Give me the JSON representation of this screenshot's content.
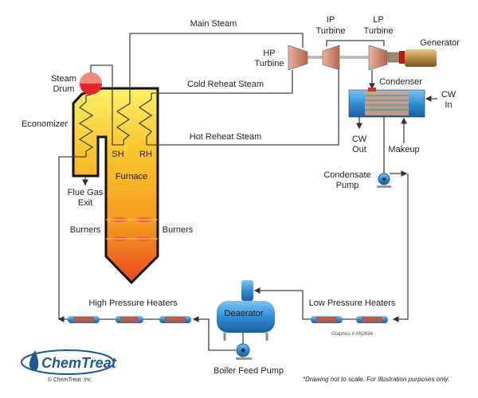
{
  "labels": {
    "main_steam": "Main Steam",
    "cold_reheat": "Cold Reheat Steam",
    "hot_reheat": "Hot Reheat Steam",
    "steam_drum": [
      "Steam",
      "Drum"
    ],
    "economizer": "Economizer",
    "sh": "SH",
    "rh": "RH",
    "furnace": "Furnace",
    "flue_gas_exit": [
      "Flue Gas",
      "Exit"
    ],
    "burners_left": "Burners",
    "burners_right": "Burners",
    "hp_turbine": [
      "HP",
      "Turbine"
    ],
    "ip_turbine": [
      "IP",
      "Turbine"
    ],
    "lp_turbine": [
      "LP",
      "Turbine"
    ],
    "generator": "Generator",
    "condenser": "Condenser",
    "cw_in": [
      "CW",
      "In"
    ],
    "cw_out": [
      "CW",
      "Out"
    ],
    "makeup": "Makeup",
    "condensate_pump": [
      "Condensate",
      "Pump"
    ],
    "high_pressure_heaters": "High Pressure Heaters",
    "low_pressure_heaters": "Low Pressure Heaters",
    "deaerator": "Deaerator",
    "boiler_feed_pump": "Boiler Feed Pump",
    "graphics_id": "Graphics # AN2694",
    "copyright": "© ChemTreat, Inc.",
    "footnote": "*Drawing not to scale. For illustration purposes only."
  },
  "logo": {
    "text": "ChemTreat",
    "color": "#1c5a93"
  },
  "colors": {
    "equipment_blue": "#2f8fd6",
    "turbine": "#c9826a",
    "drum_red": "#e8202a",
    "furnace_top": "#fde95a",
    "furnace_mid": "#f5a623",
    "furnace_bottom": "#ea4a1e"
  }
}
